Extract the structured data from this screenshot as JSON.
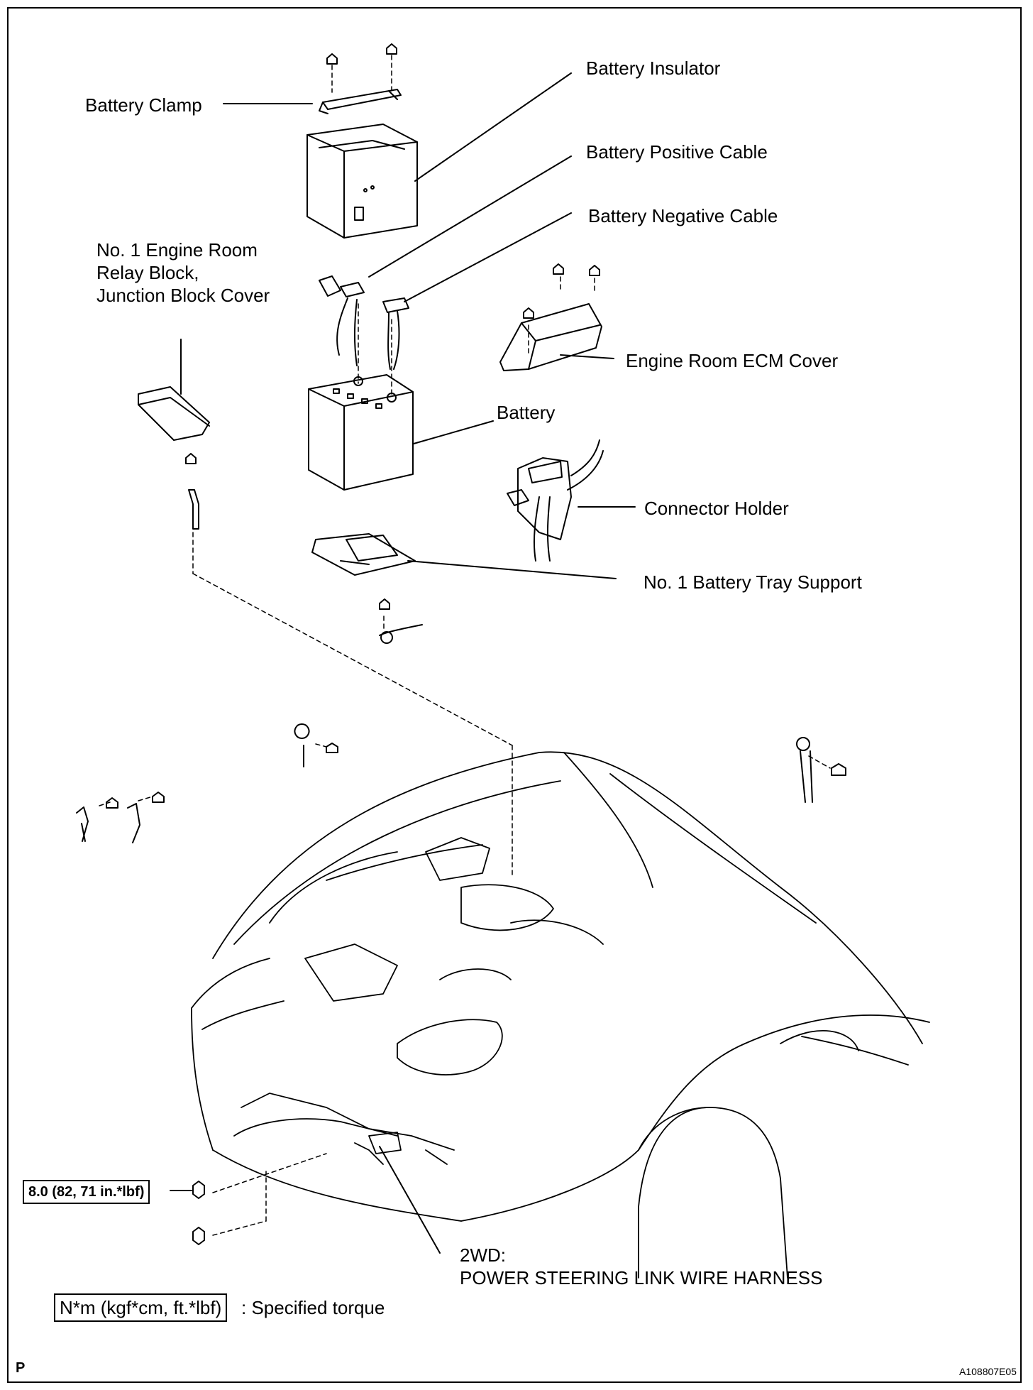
{
  "labels": {
    "battery_clamp": "Battery Clamp",
    "battery_insulator": "Battery Insulator",
    "battery_positive_cable": "Battery Positive Cable",
    "battery_negative_cable": "Battery Negative Cable",
    "relay_block": "No. 1 Engine Room\nRelay Block,\nJunction Block Cover",
    "ecm_cover": "Engine Room ECM Cover",
    "battery": "Battery",
    "connector_holder": "Connector Holder",
    "battery_tray_support": "No. 1 Battery Tray Support",
    "harness": "2WD:\nPOWER STEERING LINK WIRE HARNESS"
  },
  "torque": {
    "value": "8.0 (82, 71 in.*lbf)"
  },
  "legend": {
    "unit_box": "N*m (kgf*cm, ft.*lbf)",
    "text": ": Specified torque"
  },
  "footer": {
    "page_mark": "P",
    "figure_code": "A108807E05"
  }
}
